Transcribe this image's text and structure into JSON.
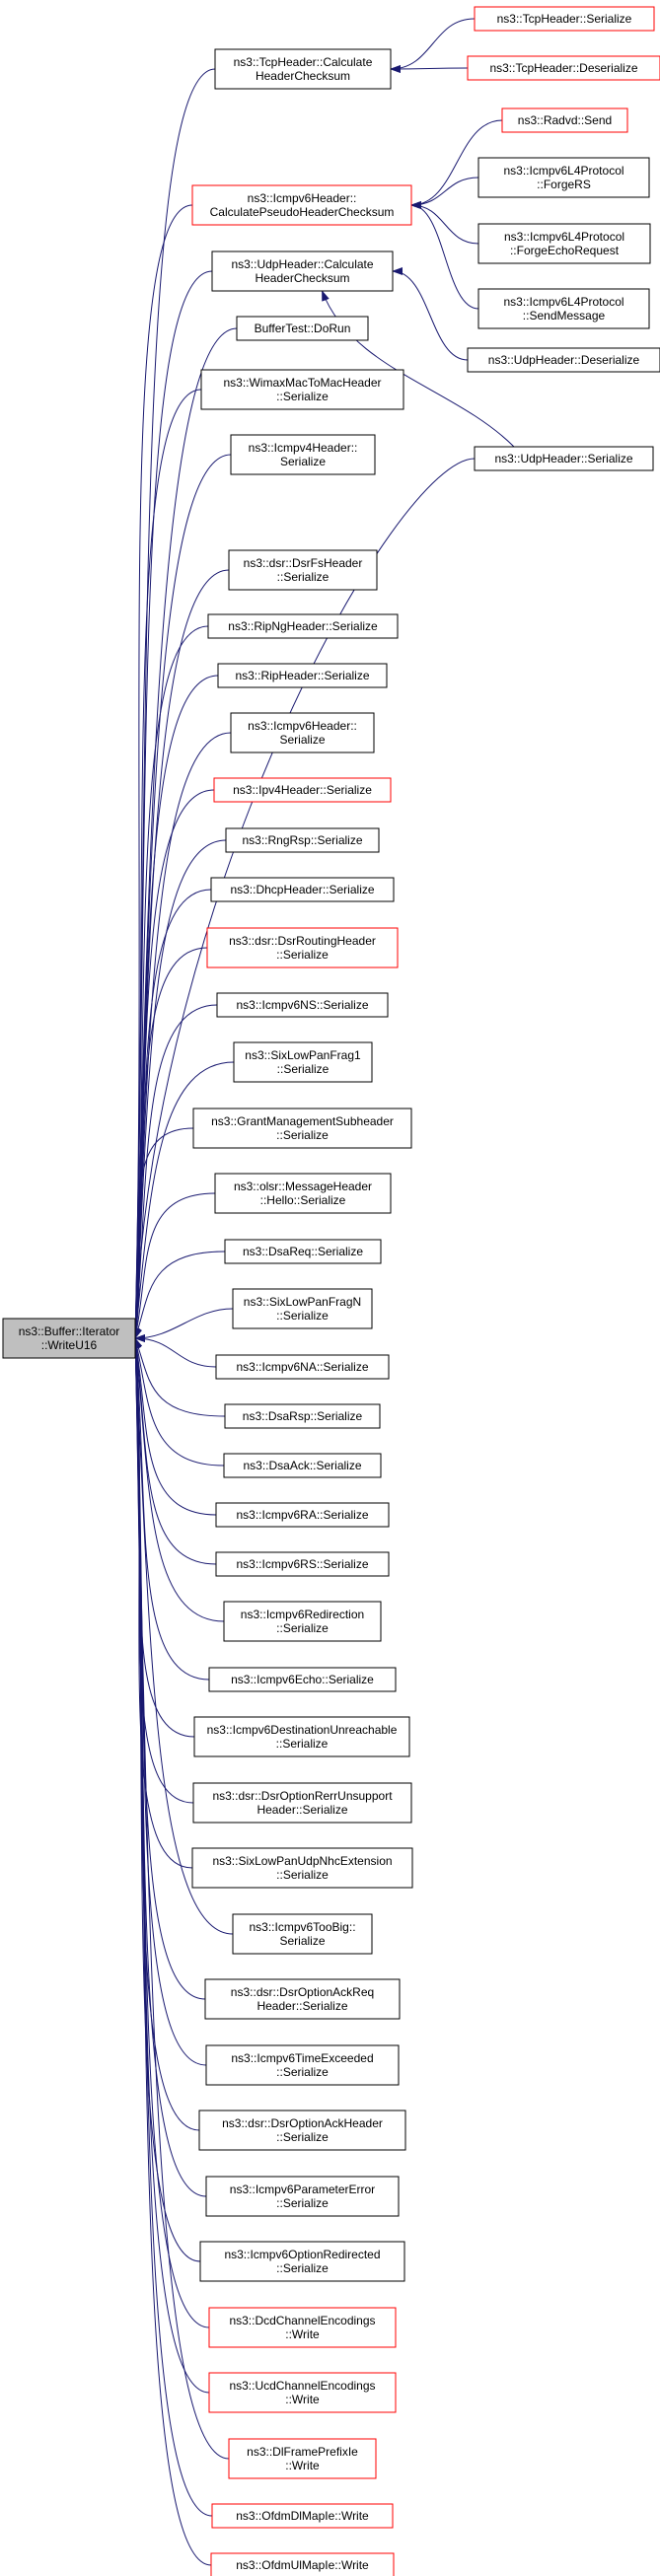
{
  "root": {
    "id": "root",
    "lines": [
      "ns3::Buffer::Iterator",
      "::WriteU16"
    ]
  },
  "nodes": [
    {
      "id": "tcp-calc",
      "lines": [
        "ns3::TcpHeader::Calculate",
        "HeaderChecksum"
      ],
      "red": false
    },
    {
      "id": "icmpv6-calc",
      "lines": [
        "ns3::Icmpv6Header::",
        "CalculatePseudoHeaderChecksum"
      ],
      "red": true
    },
    {
      "id": "udp-calc",
      "lines": [
        "ns3::UdpHeader::Calculate",
        "HeaderChecksum"
      ],
      "red": false
    },
    {
      "id": "buffertest",
      "lines": [
        "BufferTest::DoRun"
      ],
      "red": false
    },
    {
      "id": "wimax",
      "lines": [
        "ns3::WimaxMacToMacHeader",
        "::Serialize"
      ],
      "red": false
    },
    {
      "id": "icmpv4",
      "lines": [
        "ns3::Icmpv4Header::",
        "Serialize"
      ],
      "red": false
    },
    {
      "id": "dsrfs",
      "lines": [
        "ns3::dsr::DsrFsHeader",
        "::Serialize"
      ],
      "red": false
    },
    {
      "id": "ripng",
      "lines": [
        "ns3::RipNgHeader::Serialize"
      ],
      "red": false
    },
    {
      "id": "rip",
      "lines": [
        "ns3::RipHeader::Serialize"
      ],
      "red": false
    },
    {
      "id": "icmpv6h",
      "lines": [
        "ns3::Icmpv6Header::",
        "Serialize"
      ],
      "red": false
    },
    {
      "id": "ipv4",
      "lines": [
        "ns3::Ipv4Header::Serialize"
      ],
      "red": true
    },
    {
      "id": "rngrsp",
      "lines": [
        "ns3::RngRsp::Serialize"
      ],
      "red": false
    },
    {
      "id": "dhcp",
      "lines": [
        "ns3::DhcpHeader::Serialize"
      ],
      "red": false
    },
    {
      "id": "dsrrouting",
      "lines": [
        "ns3::dsr::DsrRoutingHeader",
        "::Serialize"
      ],
      "red": true
    },
    {
      "id": "icmpv6ns",
      "lines": [
        "ns3::Icmpv6NS::Serialize"
      ],
      "red": false
    },
    {
      "id": "sixfrag1",
      "lines": [
        "ns3::SixLowPanFrag1",
        "::Serialize"
      ],
      "red": false
    },
    {
      "id": "grant",
      "lines": [
        "ns3::GrantManagementSubheader",
        "::Serialize"
      ],
      "red": false
    },
    {
      "id": "olsr",
      "lines": [
        "ns3::olsr::MessageHeader",
        "::Hello::Serialize"
      ],
      "red": false
    },
    {
      "id": "dsareq",
      "lines": [
        "ns3::DsaReq::Serialize"
      ],
      "red": false
    },
    {
      "id": "sixfragn",
      "lines": [
        "ns3::SixLowPanFragN",
        "::Serialize"
      ],
      "red": false
    },
    {
      "id": "icmpv6na",
      "lines": [
        "ns3::Icmpv6NA::Serialize"
      ],
      "red": false
    },
    {
      "id": "dsarsp",
      "lines": [
        "ns3::DsaRsp::Serialize"
      ],
      "red": false
    },
    {
      "id": "dsaack",
      "lines": [
        "ns3::DsaAck::Serialize"
      ],
      "red": false
    },
    {
      "id": "icmpv6ra",
      "lines": [
        "ns3::Icmpv6RA::Serialize"
      ],
      "red": false
    },
    {
      "id": "icmpv6rs",
      "lines": [
        "ns3::Icmpv6RS::Serialize"
      ],
      "red": false
    },
    {
      "id": "icmpv6redir",
      "lines": [
        "ns3::Icmpv6Redirection",
        "::Serialize"
      ],
      "red": false
    },
    {
      "id": "icmpv6echo",
      "lines": [
        "ns3::Icmpv6Echo::Serialize"
      ],
      "red": false
    },
    {
      "id": "icmpv6dest",
      "lines": [
        "ns3::Icmpv6DestinationUnreachable",
        "::Serialize"
      ],
      "red": false
    },
    {
      "id": "dsrrerr",
      "lines": [
        "ns3::dsr::DsrOptionRerrUnsupport",
        "Header::Serialize"
      ],
      "red": false
    },
    {
      "id": "sixudpnhc",
      "lines": [
        "ns3::SixLowPanUdpNhcExtension",
        "::Serialize"
      ],
      "red": false
    },
    {
      "id": "icmpv6toobig",
      "lines": [
        "ns3::Icmpv6TooBig::",
        "Serialize"
      ],
      "red": false
    },
    {
      "id": "dsrackreq",
      "lines": [
        "ns3::dsr::DsrOptionAckReq",
        "Header::Serialize"
      ],
      "red": false
    },
    {
      "id": "icmpv6time",
      "lines": [
        "ns3::Icmpv6TimeExceeded",
        "::Serialize"
      ],
      "red": false
    },
    {
      "id": "dsrack",
      "lines": [
        "ns3::dsr::DsrOptionAckHeader",
        "::Serialize"
      ],
      "red": false
    },
    {
      "id": "icmpv6param",
      "lines": [
        "ns3::Icmpv6ParameterError",
        "::Serialize"
      ],
      "red": false
    },
    {
      "id": "icmpv6optredir",
      "lines": [
        "ns3::Icmpv6OptionRedirected",
        "::Serialize"
      ],
      "red": false
    },
    {
      "id": "dcd",
      "lines": [
        "ns3::DcdChannelEncodings",
        "::Write"
      ],
      "red": true
    },
    {
      "id": "ucd",
      "lines": [
        "ns3::UcdChannelEncodings",
        "::Write"
      ],
      "red": true
    },
    {
      "id": "dlframe",
      "lines": [
        "ns3::DlFramePrefixIe",
        "::Write"
      ],
      "red": true
    },
    {
      "id": "ofdmdl",
      "lines": [
        "ns3::OfdmDlMapIe::Write"
      ],
      "red": true
    },
    {
      "id": "ofdmul",
      "lines": [
        "ns3::OfdmUlMapIe::Write"
      ],
      "red": true
    },
    {
      "id": "tcp-ser",
      "lines": [
        "ns3::TcpHeader::Serialize"
      ],
      "red": true
    },
    {
      "id": "tcp-deser",
      "lines": [
        "ns3::TcpHeader::Deserialize"
      ],
      "red": true
    },
    {
      "id": "radvd",
      "lines": [
        "ns3::Radvd::Send"
      ],
      "red": true
    },
    {
      "id": "forgers",
      "lines": [
        "ns3::Icmpv6L4Protocol",
        "::ForgeRS"
      ],
      "red": false
    },
    {
      "id": "forgeecho",
      "lines": [
        "ns3::Icmpv6L4Protocol",
        "::ForgeEchoRequest"
      ],
      "red": false
    },
    {
      "id": "sendmsg",
      "lines": [
        "ns3::Icmpv6L4Protocol",
        "::SendMessage"
      ],
      "red": false
    },
    {
      "id": "udp-deser",
      "lines": [
        "ns3::UdpHeader::Deserialize"
      ],
      "red": false
    },
    {
      "id": "udp-ser",
      "lines": [
        "ns3::UdpHeader::Serialize"
      ],
      "red": false
    }
  ],
  "edges": [
    [
      "tcp-ser",
      "tcp-calc"
    ],
    [
      "tcp-deser",
      "tcp-calc"
    ],
    [
      "radvd",
      "icmpv6-calc"
    ],
    [
      "forgers",
      "icmpv6-calc"
    ],
    [
      "forgeecho",
      "icmpv6-calc"
    ],
    [
      "sendmsg",
      "icmpv6-calc"
    ],
    [
      "udp-deser",
      "udp-calc"
    ],
    [
      "udp-ser",
      "udp-calc"
    ],
    [
      "tcp-calc",
      "root"
    ],
    [
      "icmpv6-calc",
      "root"
    ],
    [
      "udp-calc",
      "root"
    ],
    [
      "udp-ser",
      "root"
    ],
    [
      "buffertest",
      "root"
    ],
    [
      "wimax",
      "root"
    ],
    [
      "icmpv4",
      "root"
    ],
    [
      "dsrfs",
      "root"
    ],
    [
      "ripng",
      "root"
    ],
    [
      "rip",
      "root"
    ],
    [
      "icmpv6h",
      "root"
    ],
    [
      "ipv4",
      "root"
    ],
    [
      "rngrsp",
      "root"
    ],
    [
      "dhcp",
      "root"
    ],
    [
      "dsrrouting",
      "root"
    ],
    [
      "icmpv6ns",
      "root"
    ],
    [
      "sixfrag1",
      "root"
    ],
    [
      "grant",
      "root"
    ],
    [
      "olsr",
      "root"
    ],
    [
      "dsareq",
      "root"
    ],
    [
      "sixfragn",
      "root"
    ],
    [
      "icmpv6na",
      "root"
    ],
    [
      "dsarsp",
      "root"
    ],
    [
      "dsaack",
      "root"
    ],
    [
      "icmpv6ra",
      "root"
    ],
    [
      "icmpv6rs",
      "root"
    ],
    [
      "icmpv6redir",
      "root"
    ],
    [
      "icmpv6echo",
      "root"
    ],
    [
      "icmpv6dest",
      "root"
    ],
    [
      "dsrrerr",
      "root"
    ],
    [
      "sixudpnhc",
      "root"
    ],
    [
      "icmpv6toobig",
      "root"
    ],
    [
      "dsrackreq",
      "root"
    ],
    [
      "icmpv6time",
      "root"
    ],
    [
      "dsrack",
      "root"
    ],
    [
      "icmpv6param",
      "root"
    ],
    [
      "icmpv6optredir",
      "root"
    ],
    [
      "dcd",
      "root"
    ],
    [
      "ucd",
      "root"
    ],
    [
      "dlframe",
      "root"
    ],
    [
      "ofdmdl",
      "root"
    ],
    [
      "ofdmul",
      "root"
    ]
  ],
  "colors": {
    "edge": "#191970",
    "border": "#000000",
    "border_highlight": "#ff0000",
    "root_fill": "#bfbfbf",
    "node_fill": "#ffffff"
  }
}
